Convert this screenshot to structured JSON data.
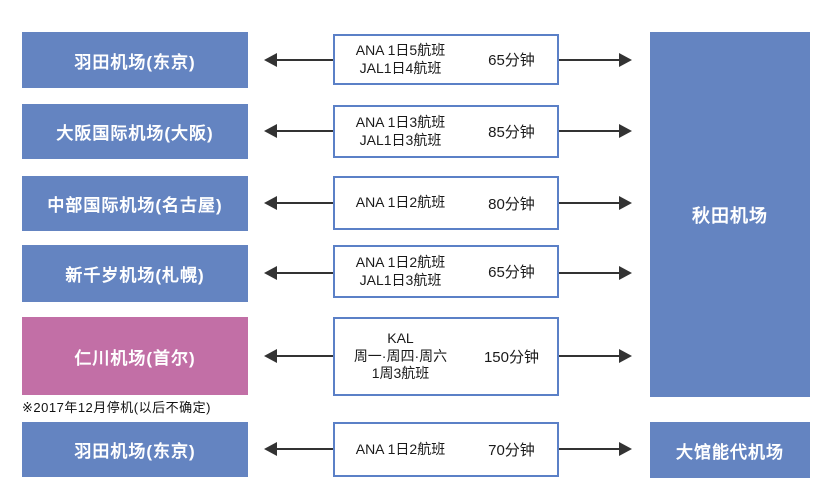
{
  "colors": {
    "blue": "#6484c1",
    "pink": "#c26fa6",
    "border_blue": "#5b80c7",
    "arrow": "#333333",
    "text_dark": "#1a1a1a"
  },
  "note": "※2017年12月停机(以后不确定)",
  "right_column": {
    "main_airport": "秋田机场",
    "secondary_airport": "大馆能代机场"
  },
  "rows": [
    {
      "airport": "羽田机场(东京)",
      "flights": [
        "ANA 1日5航班",
        "JAL1日4航班"
      ],
      "duration": "65分钟"
    },
    {
      "airport": "大阪国际机场(大阪)",
      "flights": [
        "ANA 1日3航班",
        "JAL1日3航班"
      ],
      "duration": "85分钟"
    },
    {
      "airport": "中部国际机场(名古屋)",
      "flights": [
        "ANA 1日2航班"
      ],
      "duration": "80分钟"
    },
    {
      "airport": "新千岁机场(札幌)",
      "flights": [
        "ANA 1日2航班",
        "JAL1日3航班"
      ],
      "duration": "65分钟"
    },
    {
      "airport": "仁川机场(首尔)",
      "flights": [
        "KAL",
        "周一·周四·周六",
        "1周3航班"
      ],
      "duration": "150分钟"
    },
    {
      "airport": "羽田机场(东京)",
      "flights": [
        "ANA 1日2航班"
      ],
      "duration": "70分钟"
    }
  ]
}
